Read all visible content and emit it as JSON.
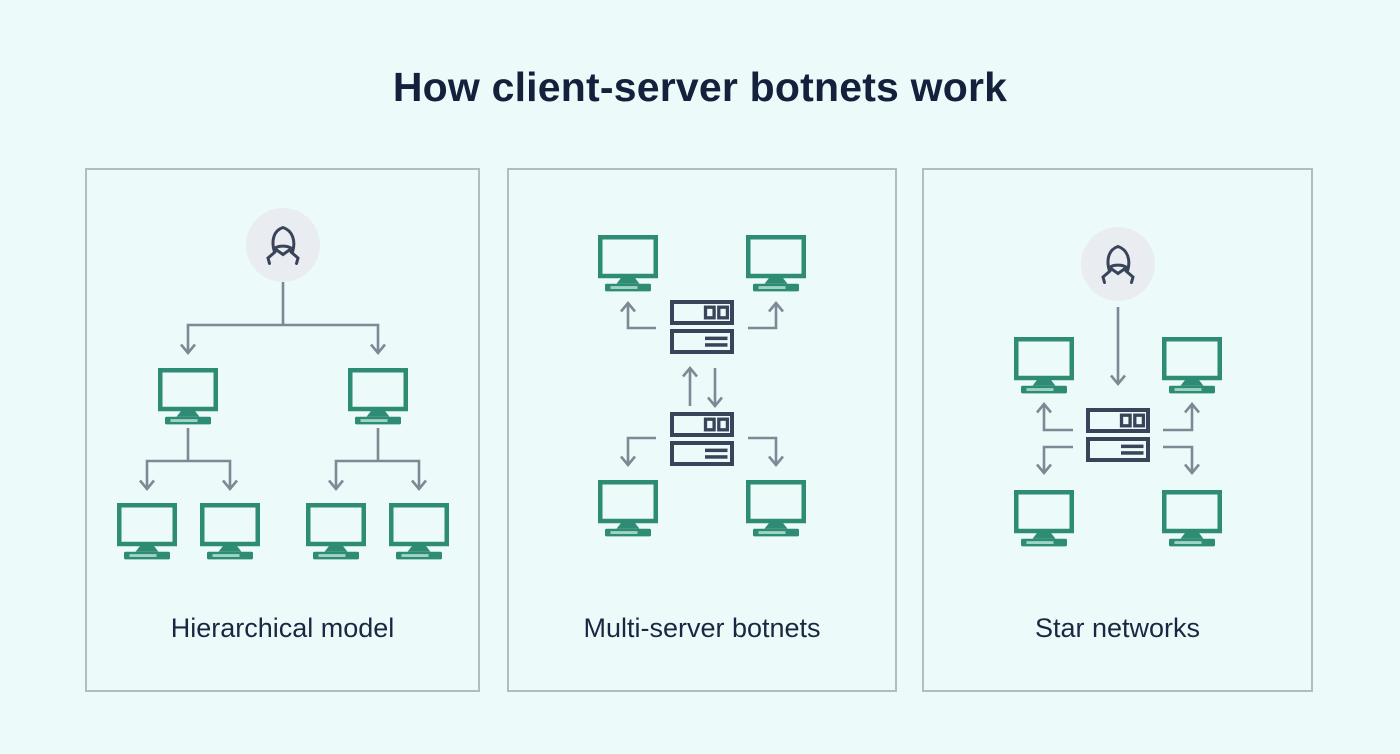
{
  "title": "How client-server botnets work",
  "panels": [
    {
      "id": "hierarchical-model",
      "label": "Hierarchical model"
    },
    {
      "id": "multi-server-botnets",
      "label": "Multi-server botnets"
    },
    {
      "id": "star-networks",
      "label": "Star networks"
    }
  ],
  "icons": {
    "hacker": "hooded-attacker-icon",
    "monitor": "computer-monitor-icon",
    "server": "server-stack-icon",
    "arrow": "flow-arrow"
  },
  "colors": {
    "background": "#ecfbfa",
    "panel_border": "#b3bcc3",
    "title_text": "#15203d",
    "label_text": "#1b2642",
    "monitor_teal": "#2e8b74",
    "icon_navy": "#39445a",
    "arrow_gray": "#7d8994",
    "hacker_circle_bg": "#e9edf2"
  }
}
